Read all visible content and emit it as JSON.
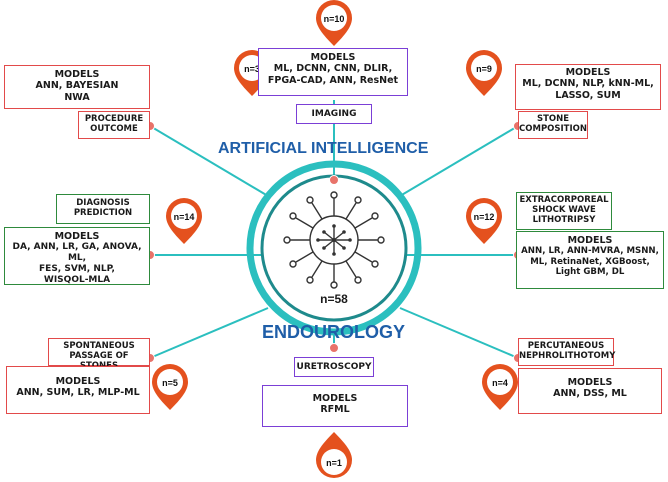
{
  "center": {
    "total": "n=58",
    "title_top": "ARTIFICIAL INTELLIGENCE",
    "title_bottom": "ENDOUROLOGY"
  },
  "models_heading": "MODELS",
  "nodes": {
    "imaging": {
      "label": "IMAGING",
      "models": [
        "ML, DCNN, CNN, DLIR,",
        "FPGA-CAD, ANN, ResNet"
      ],
      "n": "n=10"
    },
    "procedure": {
      "label_lines": [
        "PROCEDURE",
        "OUTCOME"
      ],
      "models": [
        "ANN, BAYESIAN",
        "NWA"
      ],
      "n": "n=3"
    },
    "stone": {
      "label_lines": [
        "STONE",
        "COMPOSITION"
      ],
      "models": [
        "ML, DCNN, NLP, kNN-ML,",
        "LASSO, SUM"
      ],
      "n": "n=9"
    },
    "diagnosis": {
      "label_lines": [
        "DIAGNOSIS",
        "PREDICTION"
      ],
      "models": [
        "DA, ANN, LR, GA, ANOVA, ML,",
        "FES, SVM, NLP,",
        "WISQOL-MLA"
      ],
      "n": "n=14"
    },
    "eswl": {
      "label_lines": [
        "EXTRACORPOREAL",
        "SHOCK WAVE",
        "LITHOTRIPSY"
      ],
      "models": [
        "ANN, LR, ANN-MVRA, MSNN,",
        "ML, RetinaNet, XGBoost,",
        "Light GBM, DL"
      ],
      "n": "n=12"
    },
    "spontaneous": {
      "label_lines": [
        "SPONTANEOUS",
        "PASSAGE OF STONES"
      ],
      "models": [
        "ANN, SUM, LR, MLP-ML"
      ],
      "n": "n=5"
    },
    "ureteroscopy": {
      "label": "URETROSCOPY",
      "models": [
        "RFML"
      ],
      "n": "n=1"
    },
    "pcnl": {
      "label_lines": [
        "PERCUTANEOUS",
        "NEPHROLITHOTOMY"
      ],
      "models": [
        "ANN, DSS, ML"
      ],
      "n": "n=4"
    }
  },
  "colors": {
    "teal": "#2bbfbf",
    "dark_teal": "#1e8a8c",
    "pin": "#e4511e",
    "red": "#e24a4a",
    "green": "#2e8a3c",
    "purple": "#7b3fd6",
    "title_blue": "#1f5ea8",
    "dot": "#e8736a"
  }
}
